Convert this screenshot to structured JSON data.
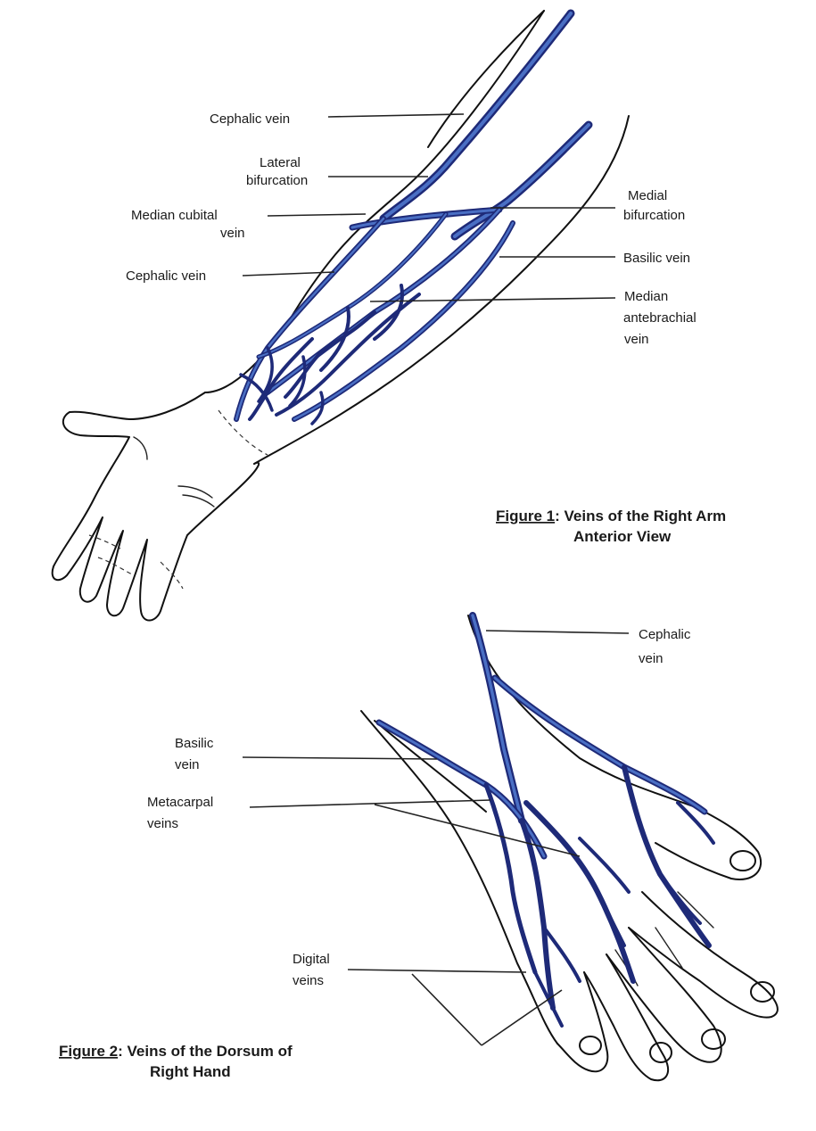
{
  "figure1": {
    "labels": {
      "cephalic_upper": "Cephalic vein",
      "lateral_bif_1": "Lateral",
      "lateral_bif_2": "bifurcation",
      "median_cubital_1": "Median cubital",
      "median_cubital_2": "vein",
      "cephalic_lower": "Cephalic vein",
      "medial_bif_1": "Medial",
      "medial_bif_2": "bifurcation",
      "basilic": "Basilic vein",
      "median_ante_1": "Median",
      "median_ante_2": "antebrachial",
      "median_ante_3": "vein"
    },
    "caption": {
      "prefix": "Figure 1",
      "line1_rest": ": Veins of the Right Arm",
      "line2": "Anterior View"
    }
  },
  "figure2": {
    "labels": {
      "cephalic_1": "Cephalic",
      "cephalic_2": "vein",
      "basilic_1": "Basilic",
      "basilic_2": "vein",
      "metacarpal_1": "Metacarpal",
      "metacarpal_2": "veins",
      "digital_1": "Digital",
      "digital_2": "veins"
    },
    "caption": {
      "prefix": "Figure 2",
      "line1_rest": ":  Veins of the Dorsum of",
      "line2": "Right Hand"
    }
  },
  "colors": {
    "vein_dark": "#1e2a78",
    "vein_light": "#4a6fc4",
    "outline": "#111111"
  }
}
